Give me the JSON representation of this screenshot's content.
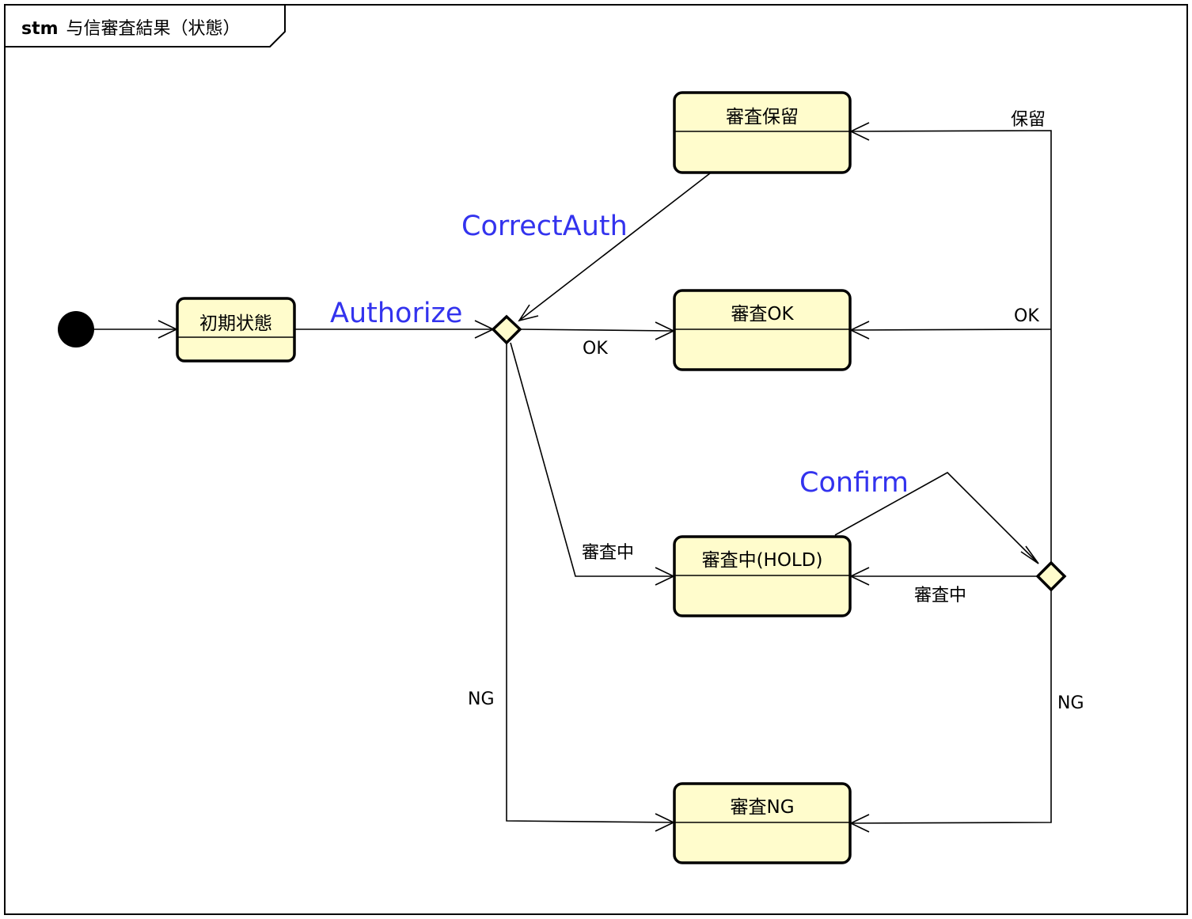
{
  "frame": {
    "kind": "stm",
    "name": "与信審査結果（状態）"
  },
  "states": {
    "initial_state": "初期状態",
    "hold": "審査保留",
    "ok": "審査OK",
    "in_review": "審査中(HOLD)",
    "ng": "審査NG"
  },
  "triggers": {
    "authorize": "Authorize",
    "correct_auth": "CorrectAuth",
    "confirm": "Confirm"
  },
  "guards": {
    "ok_left": "OK",
    "in_review_left": "審査中",
    "ng_left": "NG",
    "hold_right": "保留",
    "ok_right": "OK",
    "in_review_right": "審査中",
    "ng_right": "NG"
  },
  "colors": {
    "state_fill": "#fffccc",
    "trigger_text": "#3333ee",
    "line": "#000000"
  }
}
